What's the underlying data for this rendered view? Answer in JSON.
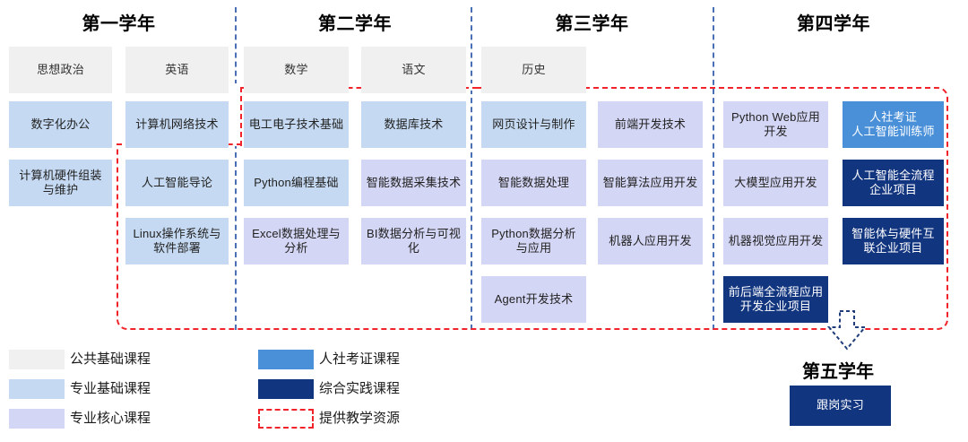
{
  "years": [
    {
      "id": "year-1",
      "title": "第一学年"
    },
    {
      "id": "year-2",
      "title": "第二学年"
    },
    {
      "id": "year-3",
      "title": "第三学年"
    },
    {
      "id": "year-4",
      "title": "第四学年"
    }
  ],
  "year_five": {
    "title": "第五学年",
    "course": {
      "label": "跟岗实习",
      "type": "project"
    }
  },
  "courses": [
    {
      "label": "思想政治",
      "type": "public",
      "col": 0,
      "row": 0
    },
    {
      "label": "英语",
      "type": "public",
      "col": 1,
      "row": 0
    },
    {
      "label": "数学",
      "type": "public",
      "col": 2,
      "row": 0
    },
    {
      "label": "语文",
      "type": "public",
      "col": 3,
      "row": 0
    },
    {
      "label": "历史",
      "type": "public",
      "col": 4,
      "row": 0
    },
    {
      "label": "数字化办公",
      "type": "base",
      "col": 0,
      "row": 1
    },
    {
      "label": "计算机网络技术",
      "type": "base",
      "col": 1,
      "row": 1
    },
    {
      "label": "电工电子技术基础",
      "type": "base",
      "col": 2,
      "row": 1
    },
    {
      "label": "数据库技术",
      "type": "base",
      "col": 3,
      "row": 1
    },
    {
      "label": "网页设计与制作",
      "type": "base",
      "col": 4,
      "row": 1
    },
    {
      "label": "前端开发技术",
      "type": "core",
      "col": 5,
      "row": 1
    },
    {
      "label": "Python Web应用开发",
      "type": "core",
      "col": 6,
      "row": 1
    },
    {
      "label": "人社考证\n人工智能训练师",
      "type": "cert",
      "col": 7,
      "row": 1
    },
    {
      "label": "计算机硬件组装与维护",
      "type": "base",
      "col": 0,
      "row": 2
    },
    {
      "label": "人工智能导论",
      "type": "base",
      "col": 1,
      "row": 2
    },
    {
      "label": "Python编程基础",
      "type": "base",
      "col": 2,
      "row": 2
    },
    {
      "label": "智能数据采集技术",
      "type": "core",
      "col": 3,
      "row": 2
    },
    {
      "label": "智能数据处理",
      "type": "core",
      "col": 4,
      "row": 2
    },
    {
      "label": "智能算法应用开发",
      "type": "core",
      "col": 5,
      "row": 2
    },
    {
      "label": "大模型应用开发",
      "type": "core",
      "col": 6,
      "row": 2
    },
    {
      "label": "人工智能全流程企业项目",
      "type": "project",
      "col": 7,
      "row": 2
    },
    {
      "label": "Linux操作系统与软件部署",
      "type": "base",
      "col": 1,
      "row": 3
    },
    {
      "label": "Excel数据处理与分析",
      "type": "core",
      "col": 2,
      "row": 3
    },
    {
      "label": "BI数据分析与可视化",
      "type": "core",
      "col": 3,
      "row": 3
    },
    {
      "label": "Python数据分析与应用",
      "type": "core",
      "col": 4,
      "row": 3
    },
    {
      "label": "机器人应用开发",
      "type": "core",
      "col": 5,
      "row": 3
    },
    {
      "label": "机器视觉应用开发",
      "type": "core",
      "col": 6,
      "row": 3
    },
    {
      "label": "智能体与硬件互联企业项目",
      "type": "project",
      "col": 7,
      "row": 3
    },
    {
      "label": "Agent开发技术",
      "type": "core",
      "col": 4,
      "row": 4
    },
    {
      "label": "前后端全流程应用开发企业项目",
      "type": "project",
      "col": 6,
      "row": 4
    }
  ],
  "legend": [
    {
      "label": "公共基础课程",
      "type": "public",
      "col": 0,
      "row": 0
    },
    {
      "label": "专业基础课程",
      "type": "base",
      "col": 0,
      "row": 1
    },
    {
      "label": "专业核心课程",
      "type": "core",
      "col": 0,
      "row": 2
    },
    {
      "label": "人社考证课程",
      "type": "cert",
      "col": 1,
      "row": 0
    },
    {
      "label": "综合实践课程",
      "type": "project",
      "col": 1,
      "row": 1
    },
    {
      "label": "提供教学资源",
      "type": "dashed",
      "col": 1,
      "row": 2
    }
  ],
  "colors": {
    "public": "#f0f0f0",
    "base": "#c5daf2",
    "core": "#d4d6f5",
    "cert": "#4a90d9",
    "project": "#12357f",
    "resource_outline": "#f0242a",
    "year_divider": "#4a6fb5",
    "arrow_outline": "#1f3d7a"
  }
}
